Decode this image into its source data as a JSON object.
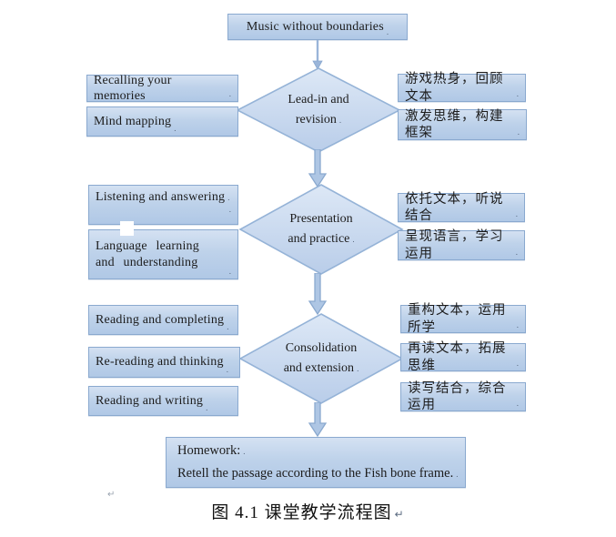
{
  "marks": {
    "dot": ".",
    "return": "↵"
  },
  "colors": {
    "box_fill_top": "#d4e1f2",
    "box_fill_bottom": "#b0c8e6",
    "box_border": "#8aa9cf",
    "diamond_fill_top": "#dde8f6",
    "diamond_fill_bottom": "#b9cde9",
    "arrow_fill": "#aec6e4",
    "arrow_border": "#8aa9cf",
    "text": "#1c1c1c"
  },
  "flow": {
    "start": "Music without boundaries",
    "stages": [
      {
        "diamond": [
          "Lead-in and",
          "revision"
        ],
        "left": [
          "Recalling your memories",
          "Mind mapping"
        ],
        "right": [
          "游戏热身，回顾文本",
          "激发思维，构建框架"
        ]
      },
      {
        "diamond": [
          "Presentation",
          "and practice"
        ],
        "left": [
          "Listening and answering",
          "Language learning and understanding"
        ],
        "right": [
          "依托文本，听说结合",
          "呈现语言，学习运用"
        ]
      },
      {
        "diamond": [
          "Consolidation",
          "and extension"
        ],
        "left": [
          "Reading and completing",
          "Re-reading and thinking",
          "Reading and writing"
        ],
        "right": [
          "重构文本，运用所学",
          "再读文本，拓展思维",
          "读写结合，综合运用"
        ]
      }
    ],
    "end": {
      "line1": "Homework:",
      "line2": "Retell the passage according to the Fish bone frame."
    }
  },
  "caption": "图 4.1 课堂教学流程图"
}
